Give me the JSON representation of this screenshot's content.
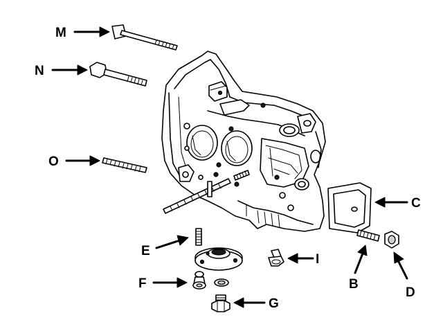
{
  "callouts": {
    "M": "M",
    "N": "N",
    "O": "O",
    "C": "C",
    "E": "E",
    "I": "I",
    "B": "B",
    "D": "D",
    "F": "F",
    "G": "G"
  }
}
